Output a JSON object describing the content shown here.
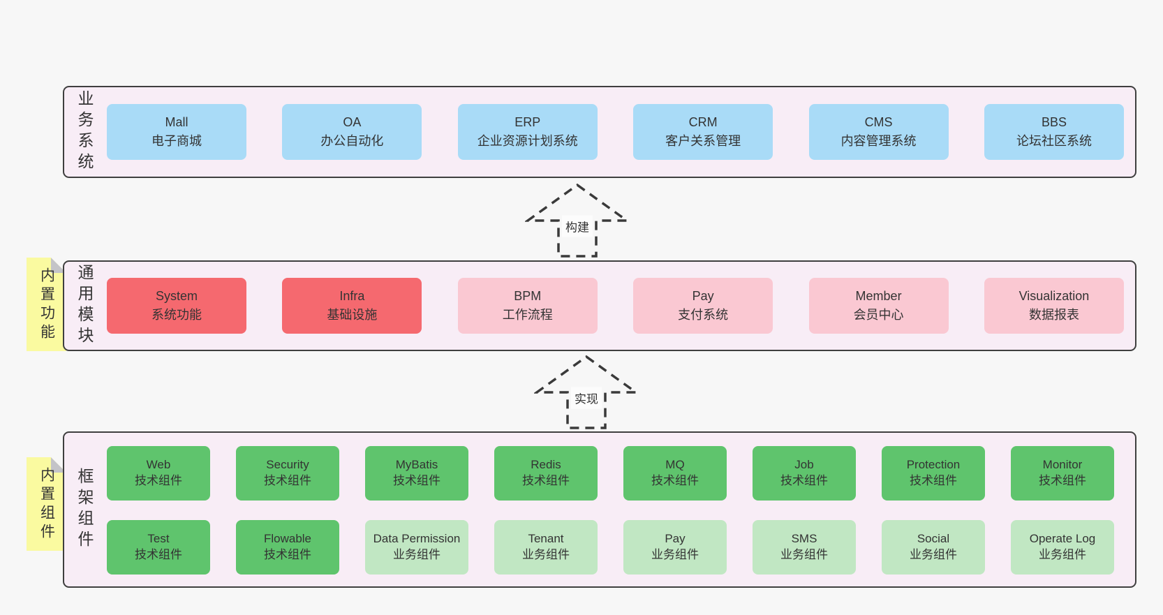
{
  "palette": {
    "page_bg": "#f7f7f7",
    "container_bg": "#f8edf6",
    "container_border": "#3f3f3f",
    "blue_box": "#a9dbf7",
    "red_box": "#f5696f",
    "pink_box": "#fac8d2",
    "green_box": "#5fc46d",
    "light_green_box": "#c1e7c3",
    "sticky_yellow": "#fafaa0",
    "sticky_fold": "#c4c4c8",
    "text": "#333333"
  },
  "arrows": {
    "build": "构建",
    "implement": "实现"
  },
  "business": {
    "layer_label": "业务系统",
    "boxes": [
      {
        "title": "Mall",
        "subtitle": "电子商城"
      },
      {
        "title": "OA",
        "subtitle": "办公自动化"
      },
      {
        "title": "ERP",
        "subtitle": "企业资源计划系统"
      },
      {
        "title": "CRM",
        "subtitle": "客户关系管理"
      },
      {
        "title": "CMS",
        "subtitle": "内容管理系统"
      },
      {
        "title": "BBS",
        "subtitle": "论坛社区系统"
      }
    ]
  },
  "common": {
    "layer_label": "通用模块",
    "sticky_label": "内置功能",
    "boxes": [
      {
        "title": "System",
        "subtitle": "系统功能"
      },
      {
        "title": "Infra",
        "subtitle": "基础设施"
      },
      {
        "title": "BPM",
        "subtitle": "工作流程"
      },
      {
        "title": "Pay",
        "subtitle": "支付系统"
      },
      {
        "title": "Member",
        "subtitle": "会员中心"
      },
      {
        "title": "Visualization",
        "subtitle": "数据报表"
      }
    ]
  },
  "framework": {
    "layer_label": "框架组件",
    "sticky_label": "内置组件",
    "row1": [
      {
        "title": "Web",
        "subtitle": "技术组件"
      },
      {
        "title": "Security",
        "subtitle": "技术组件"
      },
      {
        "title": "MyBatis",
        "subtitle": "技术组件"
      },
      {
        "title": "Redis",
        "subtitle": "技术组件"
      },
      {
        "title": "MQ",
        "subtitle": "技术组件"
      },
      {
        "title": "Job",
        "subtitle": "技术组件"
      },
      {
        "title": "Protection",
        "subtitle": "技术组件"
      },
      {
        "title": "Monitor",
        "subtitle": "技术组件"
      }
    ],
    "row2": [
      {
        "title": "Test",
        "subtitle": "技术组件"
      },
      {
        "title": "Flowable",
        "subtitle": "技术组件"
      },
      {
        "title": "Data Permission",
        "subtitle": "业务组件"
      },
      {
        "title": "Tenant",
        "subtitle": "业务组件"
      },
      {
        "title": "Pay",
        "subtitle": "业务组件"
      },
      {
        "title": "SMS",
        "subtitle": "业务组件"
      },
      {
        "title": "Social",
        "subtitle": "业务组件"
      },
      {
        "title": "Operate Log",
        "subtitle": "业务组件"
      }
    ]
  }
}
